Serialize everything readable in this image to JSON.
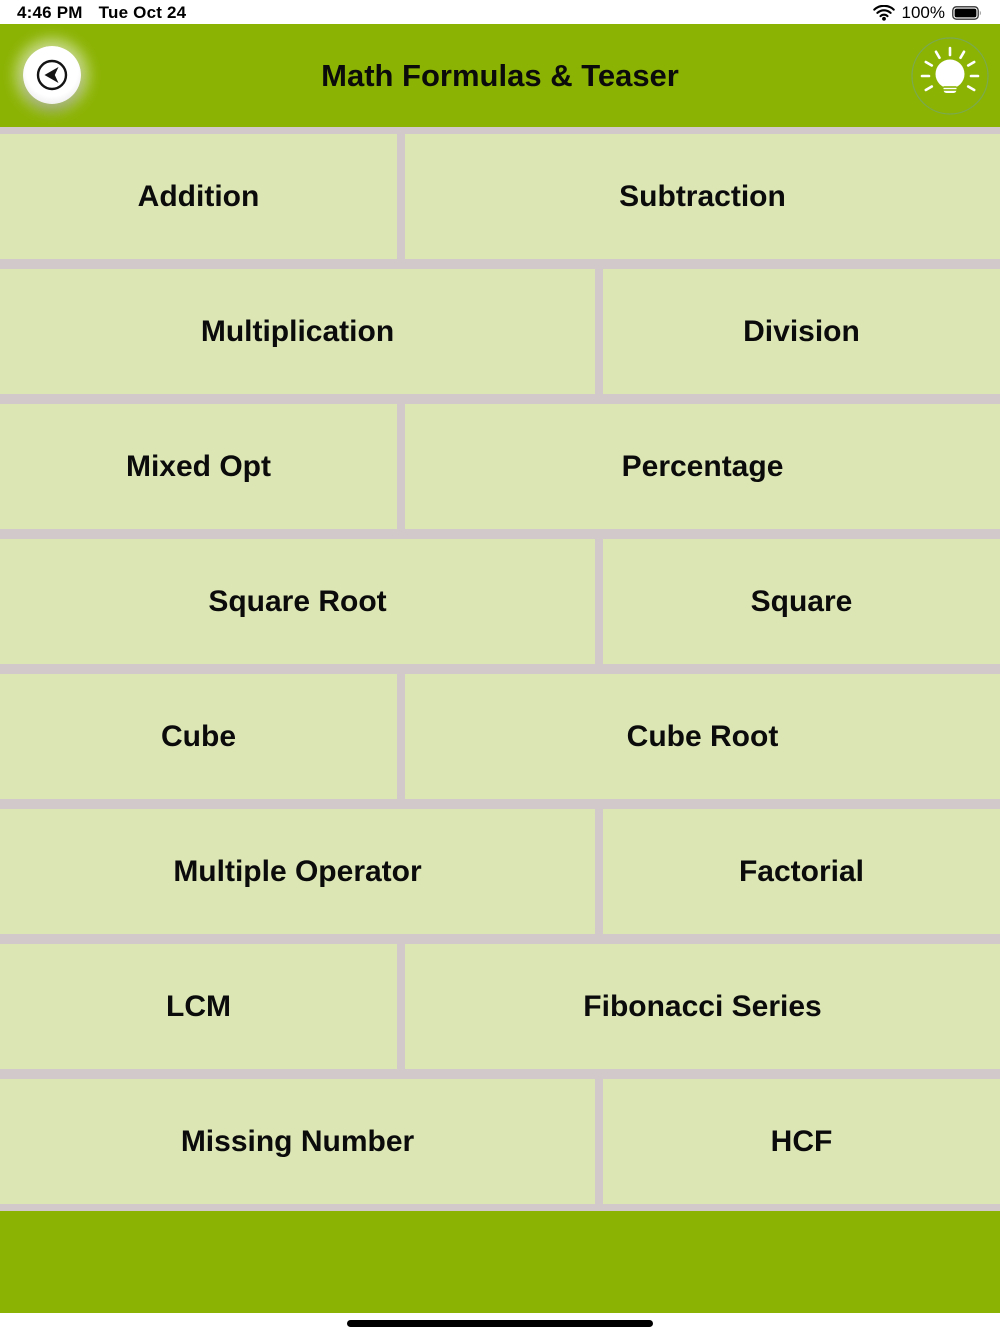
{
  "status_bar": {
    "time": "4:46 PM",
    "date": "Tue Oct 24",
    "battery_percent": "100%",
    "icons": [
      "wifi-icon",
      "battery-icon"
    ]
  },
  "header": {
    "title": "Math Formulas & Teaser",
    "back_icon": "back-arrow-icon",
    "hint_icon": "lightbulb-icon"
  },
  "grid": {
    "rows": [
      {
        "cells": [
          {
            "label": "Addition",
            "size": "narrow"
          },
          {
            "label": "Subtraction",
            "size": "wide"
          }
        ]
      },
      {
        "cells": [
          {
            "label": "Multiplication",
            "size": "wide"
          },
          {
            "label": "Division",
            "size": "narrow"
          }
        ]
      },
      {
        "cells": [
          {
            "label": "Mixed Opt",
            "size": "narrow"
          },
          {
            "label": "Percentage",
            "size": "wide"
          }
        ]
      },
      {
        "cells": [
          {
            "label": "Square Root",
            "size": "wide"
          },
          {
            "label": "Square",
            "size": "narrow"
          }
        ]
      },
      {
        "cells": [
          {
            "label": "Cube",
            "size": "narrow"
          },
          {
            "label": "Cube Root",
            "size": "wide"
          }
        ]
      },
      {
        "cells": [
          {
            "label": "Multiple Operator",
            "size": "wide"
          },
          {
            "label": "Factorial",
            "size": "narrow"
          }
        ]
      },
      {
        "cells": [
          {
            "label": "LCM",
            "size": "narrow"
          },
          {
            "label": "Fibonacci Series",
            "size": "wide"
          }
        ]
      },
      {
        "cells": [
          {
            "label": "Missing Number",
            "size": "wide"
          },
          {
            "label": "HCF",
            "size": "narrow"
          }
        ]
      }
    ]
  },
  "colors": {
    "theme_green": "#8bb303",
    "button_green": "#dbe6b4",
    "divider_gray": "#d2c9ca",
    "text_black": "#0b0b0b",
    "status_bg": "#ffffff"
  }
}
